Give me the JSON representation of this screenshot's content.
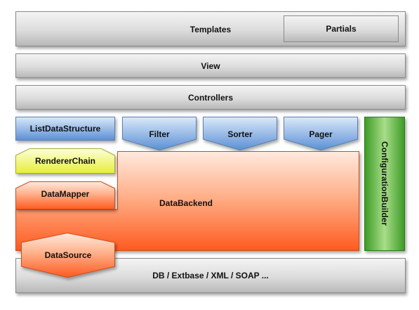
{
  "layers": {
    "templates": "Templates",
    "partials": "Partials",
    "view": "View",
    "controllers": "Controllers",
    "list_data_structure": "ListDataStructure",
    "filter": "Filter",
    "sorter": "Sorter",
    "pager": "Pager",
    "renderer_chain": "RendererChain",
    "data_mapper": "DataMapper",
    "data_backend": "DataBackend",
    "data_source": "DataSource",
    "configuration_builder": "ConfigurationBuilder",
    "db": "DB / Extbase / XML / SOAP ..."
  },
  "colors": {
    "gray_top": "#f4f4f4",
    "gray_bottom": "#b8b8b8",
    "blue_top": "#dbe9f9",
    "blue_bottom": "#5c8fd6",
    "orange_top": "#ffe9de",
    "orange_bottom": "#ff5a1f",
    "yellow_top": "#fcffd8",
    "yellow_bottom": "#e6ee3a",
    "green_top": "#a8de8a",
    "green_bottom": "#3e9b26"
  }
}
